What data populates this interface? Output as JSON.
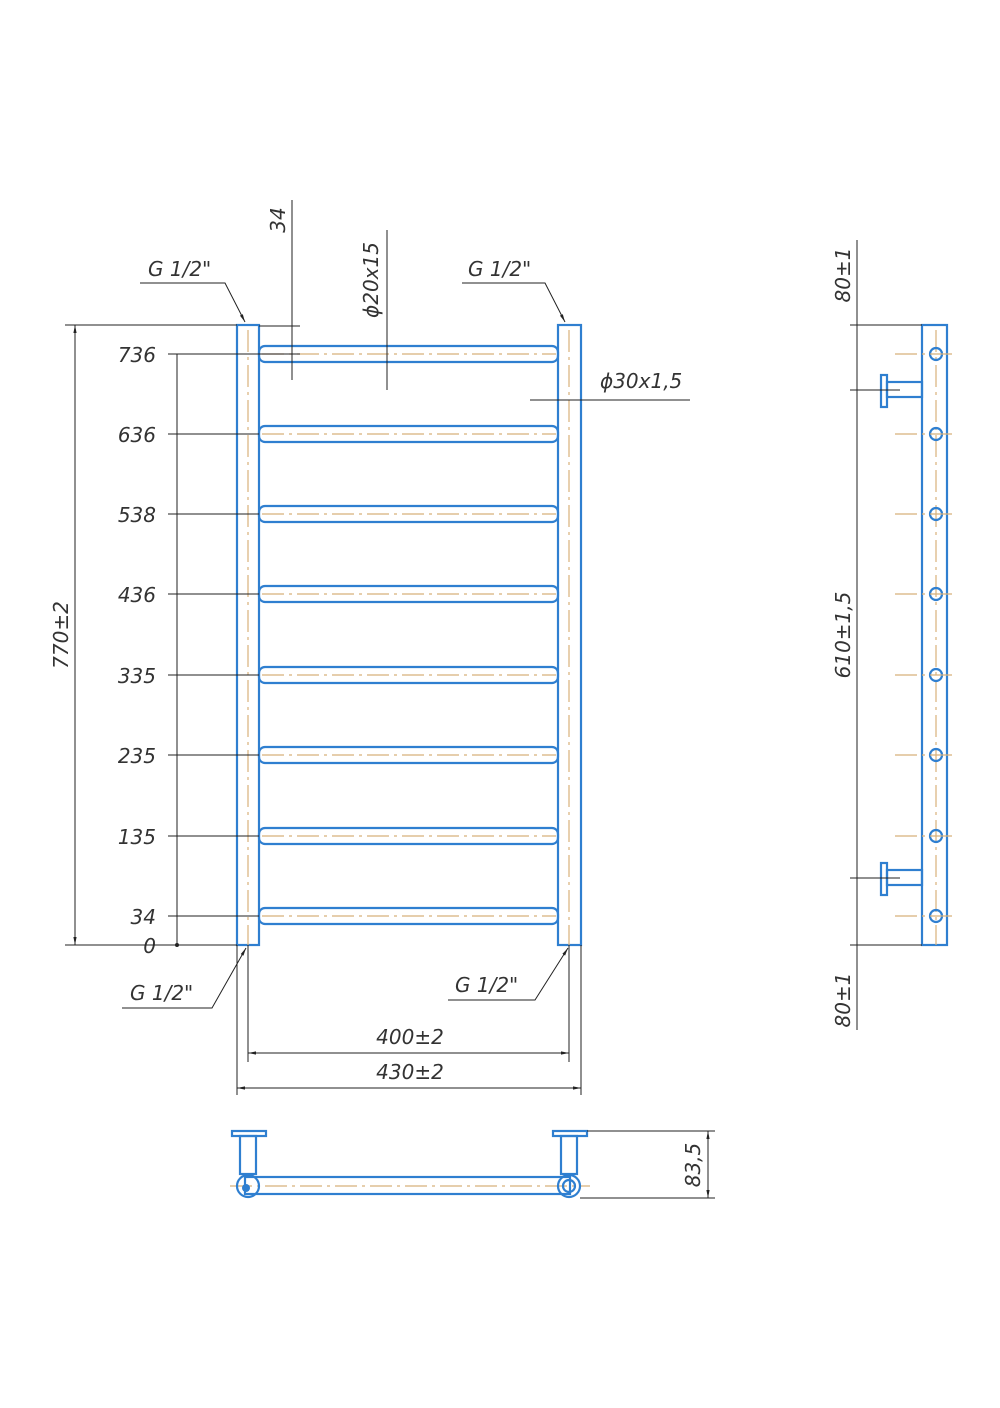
{
  "drawing": {
    "rung_levels": [
      "736",
      "636",
      "538",
      "436",
      "335",
      "235",
      "135",
      "34",
      "0"
    ],
    "thread_labels": {
      "top_left": "G 1/2\"",
      "top_right": "G 1/2\"",
      "bottom_left": "G 1/2\"",
      "bottom_right": "G 1/2\""
    },
    "dim_top_offset": "34",
    "rung_pipe": "ϕ20x15",
    "post_pipe": "ϕ30x1,5",
    "overall_height": "770±2",
    "inner_width": "400±2",
    "outer_width": "430±2",
    "depth": "83,5",
    "side_top": "80±1",
    "side_mount": "610±1,5",
    "side_bottom": "80±1"
  },
  "colors": {
    "outline": "#2f7fd0",
    "axis": "#d8b07a",
    "dimension": "#222222"
  }
}
